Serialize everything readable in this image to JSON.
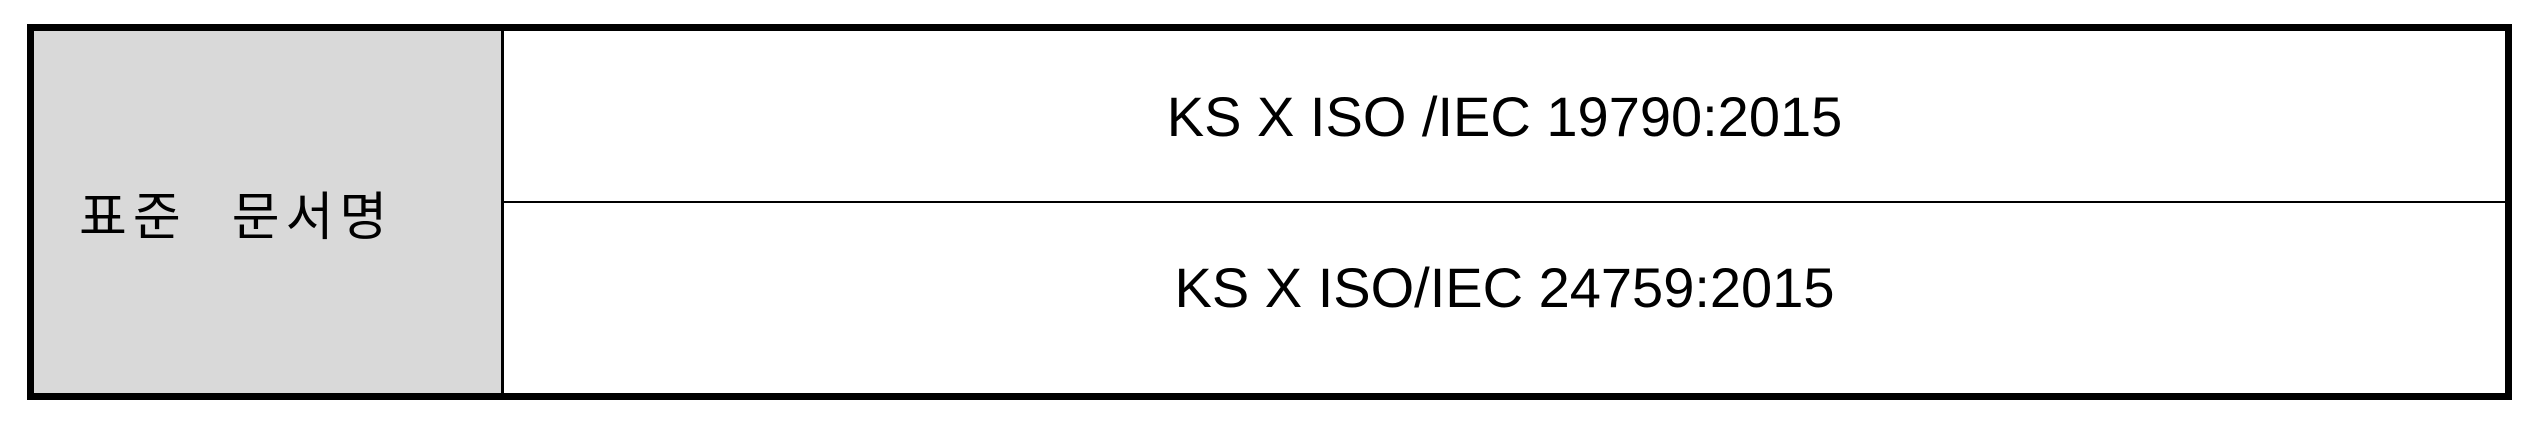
{
  "table": {
    "label": "표준  문서명",
    "rows": [
      {
        "value": "KS X ISO /IEC 19790:2015"
      },
      {
        "value": "KS X ISO/IEC 24759:2015"
      }
    ]
  },
  "colors": {
    "label_background": "#d9d9d9",
    "border": "#000000",
    "cell_background": "#ffffff"
  }
}
